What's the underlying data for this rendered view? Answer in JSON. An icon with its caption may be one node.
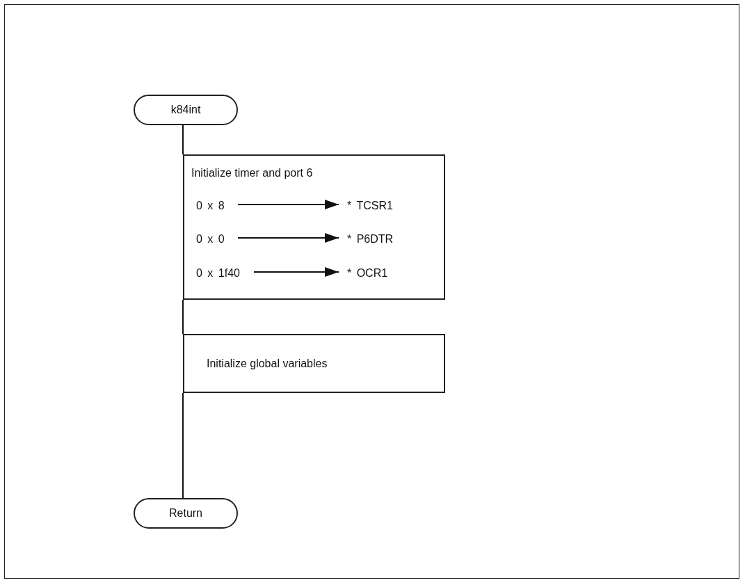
{
  "diagram": {
    "nodes": [
      {
        "text": [
          "k84int"
        ]
      },
      {
        "text": [
          "Initialize timer and port 6"
        ]
      },
      {
        "text": [
          "0 x 8"
        ],
        "in": 1
      },
      {
        "text": [
          "* TCSR1"
        ],
        "in": 1
      },
      {
        "text": [
          "0 x 0"
        ],
        "in": 1
      },
      {
        "text": [
          "* P6DTR"
        ],
        "in": 1
      },
      {
        "text": [
          "0 x 1f40"
        ],
        "in": 1
      },
      {
        "text": [
          "* OCR1"
        ],
        "in": 1
      },
      {
        "text": [
          "Initialize global variables"
        ]
      },
      {
        "text": [
          "Return"
        ]
      }
    ],
    "edges": [
      {
        "from": 0,
        "to": 1,
        "arrow": "none"
      },
      {
        "from": 1,
        "to": 8,
        "arrow": "none"
      },
      {
        "from": 8,
        "to": 9,
        "arrow": "none"
      },
      {
        "from": 2,
        "to": 3,
        "arrow": "to"
      },
      {
        "from": 4,
        "to": 5,
        "arrow": "to"
      },
      {
        "from": 6,
        "to": 7,
        "arrow": "to"
      }
    ]
  }
}
